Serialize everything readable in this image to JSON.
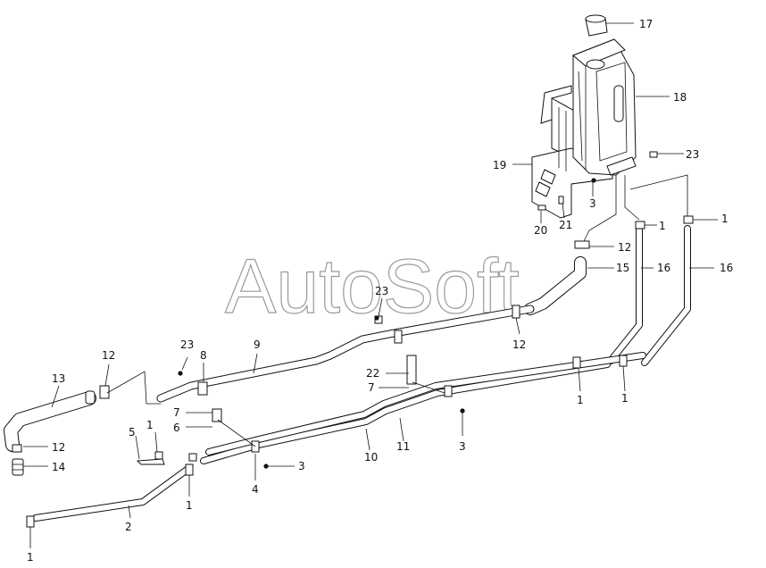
{
  "watermark": {
    "text": "AutoSoft"
  },
  "callouts": {
    "c17": "17",
    "c18": "18",
    "c23_tank": "23",
    "c19": "19",
    "c3_tank": "3",
    "c21": "21",
    "c20": "20",
    "c1_a": "1",
    "c1_b": "1",
    "c12_top": "12",
    "c15": "15",
    "c16_a": "16",
    "c16_b": "16",
    "c23_mid": "23",
    "c12_mid": "12",
    "c23_left": "23",
    "c8": "8",
    "c9": "9",
    "c12_left": "12",
    "c13": "13",
    "c22": "22",
    "c7_mid": "7",
    "c3_mid": "3",
    "c1_right_a": "1",
    "c1_right_b": "1",
    "c7_left": "7",
    "c6": "6",
    "c1_left": "1",
    "c5": "5",
    "c12_bottom": "12",
    "c14": "14",
    "c10": "10",
    "c11": "11",
    "c3_bottom": "3",
    "c4": "4",
    "c1_low": "1",
    "c2": "2",
    "c1_bottom": "1"
  }
}
